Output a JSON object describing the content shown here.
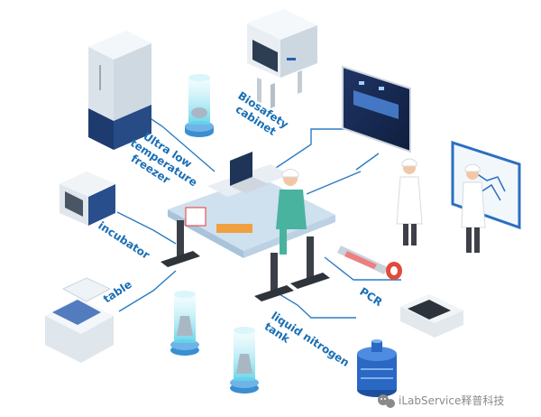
{
  "labels": {
    "biosafety_line1": "Biosafety",
    "biosafety_line2": "cabinet",
    "freezer_line1": "Ultra low",
    "freezer_line2": "temperature",
    "freezer_line3": "freezer",
    "incubator": "incubator",
    "table": "table",
    "pcr": "PCR",
    "lntank_line1": "liquid nitrogen",
    "lntank_line2": "tank"
  },
  "watermark": "iLabService释普科技",
  "colors": {
    "accent": "#1a6fb5",
    "line": "#2b7cc4",
    "glass": "#8fe0f0",
    "lab_table": "#cfe0ee"
  },
  "icons": [
    "ultra-low-freezer-icon",
    "biosafety-cabinet-icon",
    "monitor-screen-icon",
    "whiteboard-icon",
    "incubator-icon",
    "lab-table-icon",
    "scientist-icon",
    "pcr-pipette-icon",
    "pcr-machine-icon",
    "shaker-icon",
    "glass-tube-icon",
    "liquid-nitrogen-tank-icon",
    "wechat-icon"
  ]
}
